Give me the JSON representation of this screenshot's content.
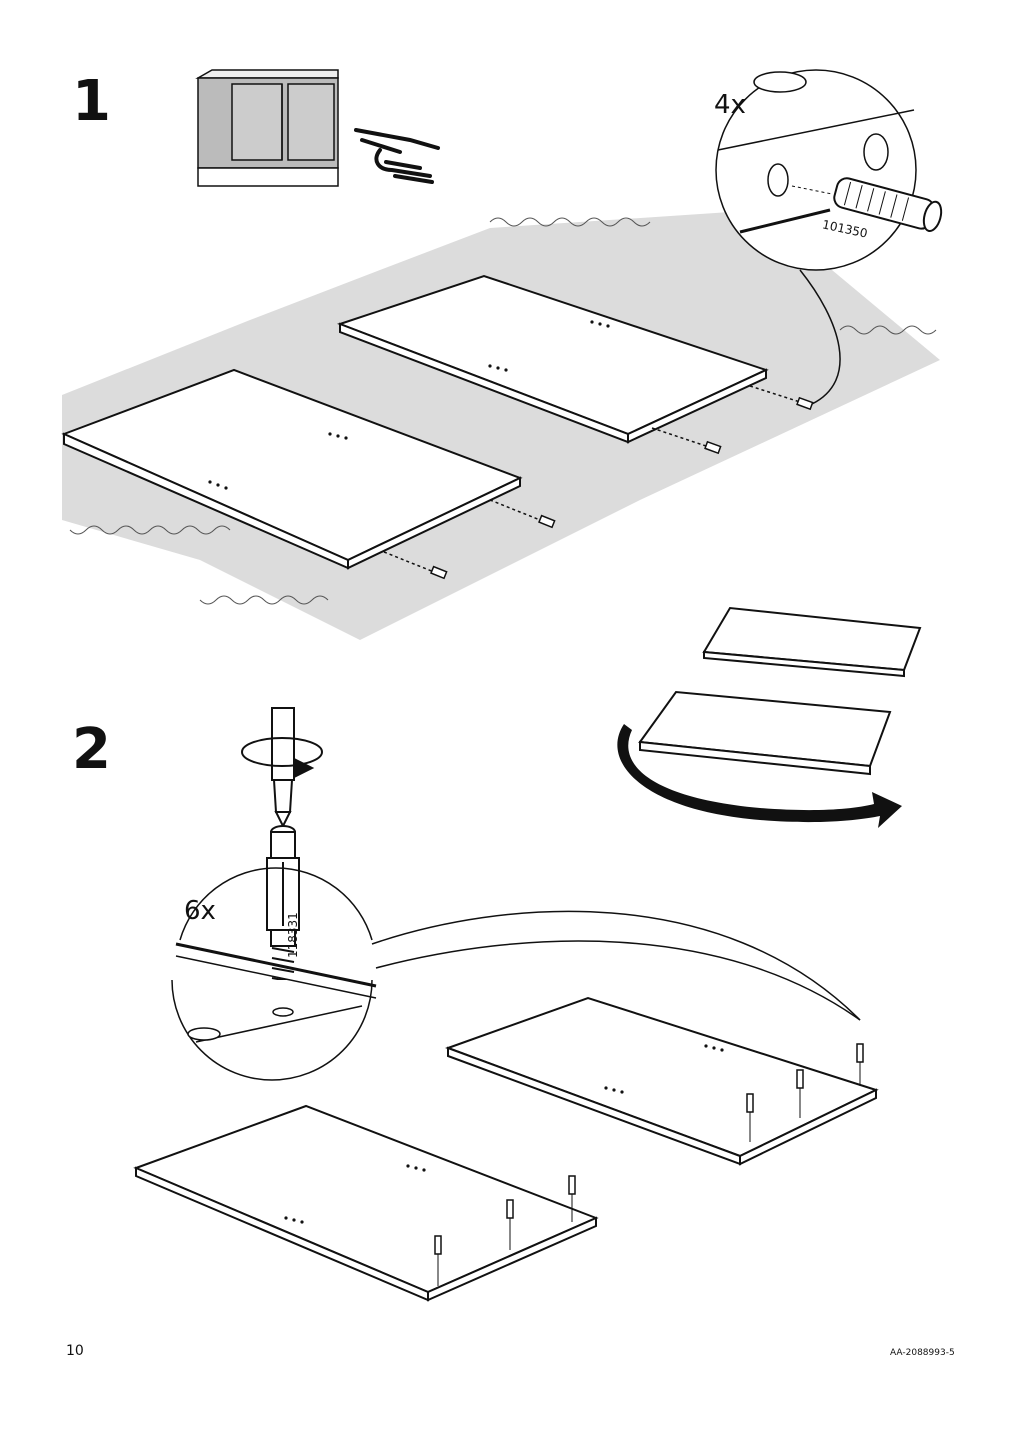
{
  "step1": {
    "number": "1",
    "dowel_qty": "4x",
    "dowel_part": "101350"
  },
  "step2": {
    "number": "2",
    "screw_qty": "6x",
    "screw_part": "118331"
  },
  "footer": {
    "page_number": "10",
    "doc_code": "AA-2088993-5"
  },
  "colors": {
    "rug": "#dcdcdc",
    "panel": "#ffffff",
    "ink": "#111111"
  },
  "icons": [
    "cabinet-icon",
    "hand-pointer-icon",
    "dowel-icon",
    "screwdriver-icon",
    "cam-screw-icon",
    "flip-arrow-icon"
  ]
}
